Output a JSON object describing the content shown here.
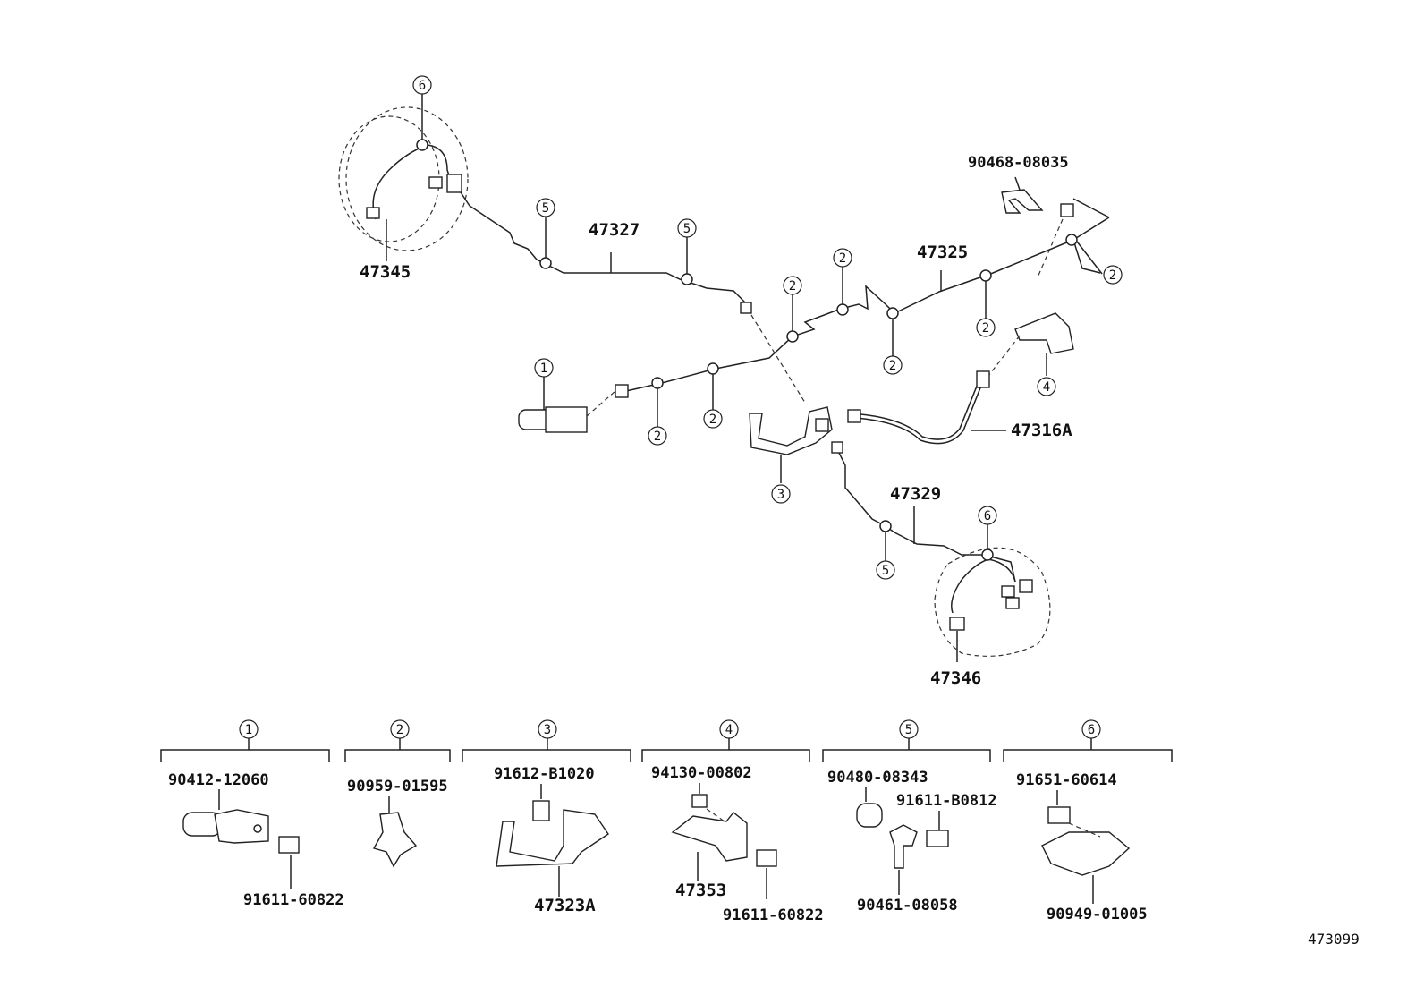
{
  "diagram": {
    "main_labels": {
      "l47327": "47327",
      "l47325": "47325",
      "l47345": "47345",
      "l90468": "90468-08035",
      "l47316A": "47316A",
      "l47329": "47329",
      "l47346": "47346"
    },
    "callout_numbers": [
      "1",
      "2",
      "3",
      "4",
      "5",
      "6"
    ],
    "groups": [
      {
        "num": "1",
        "parts": [
          "90412-12060",
          "91611-60822"
        ]
      },
      {
        "num": "2",
        "parts": [
          "90959-01595"
        ]
      },
      {
        "num": "3",
        "parts": [
          "91612-B1020",
          "47323A"
        ]
      },
      {
        "num": "4",
        "parts": [
          "94130-00802",
          "47353",
          "91611-60822"
        ]
      },
      {
        "num": "5",
        "parts": [
          "90480-08343",
          "91611-B0812",
          "90461-08058"
        ]
      },
      {
        "num": "6",
        "parts": [
          "91651-60614",
          "90949-01005"
        ]
      }
    ],
    "figure_code": "473099"
  }
}
